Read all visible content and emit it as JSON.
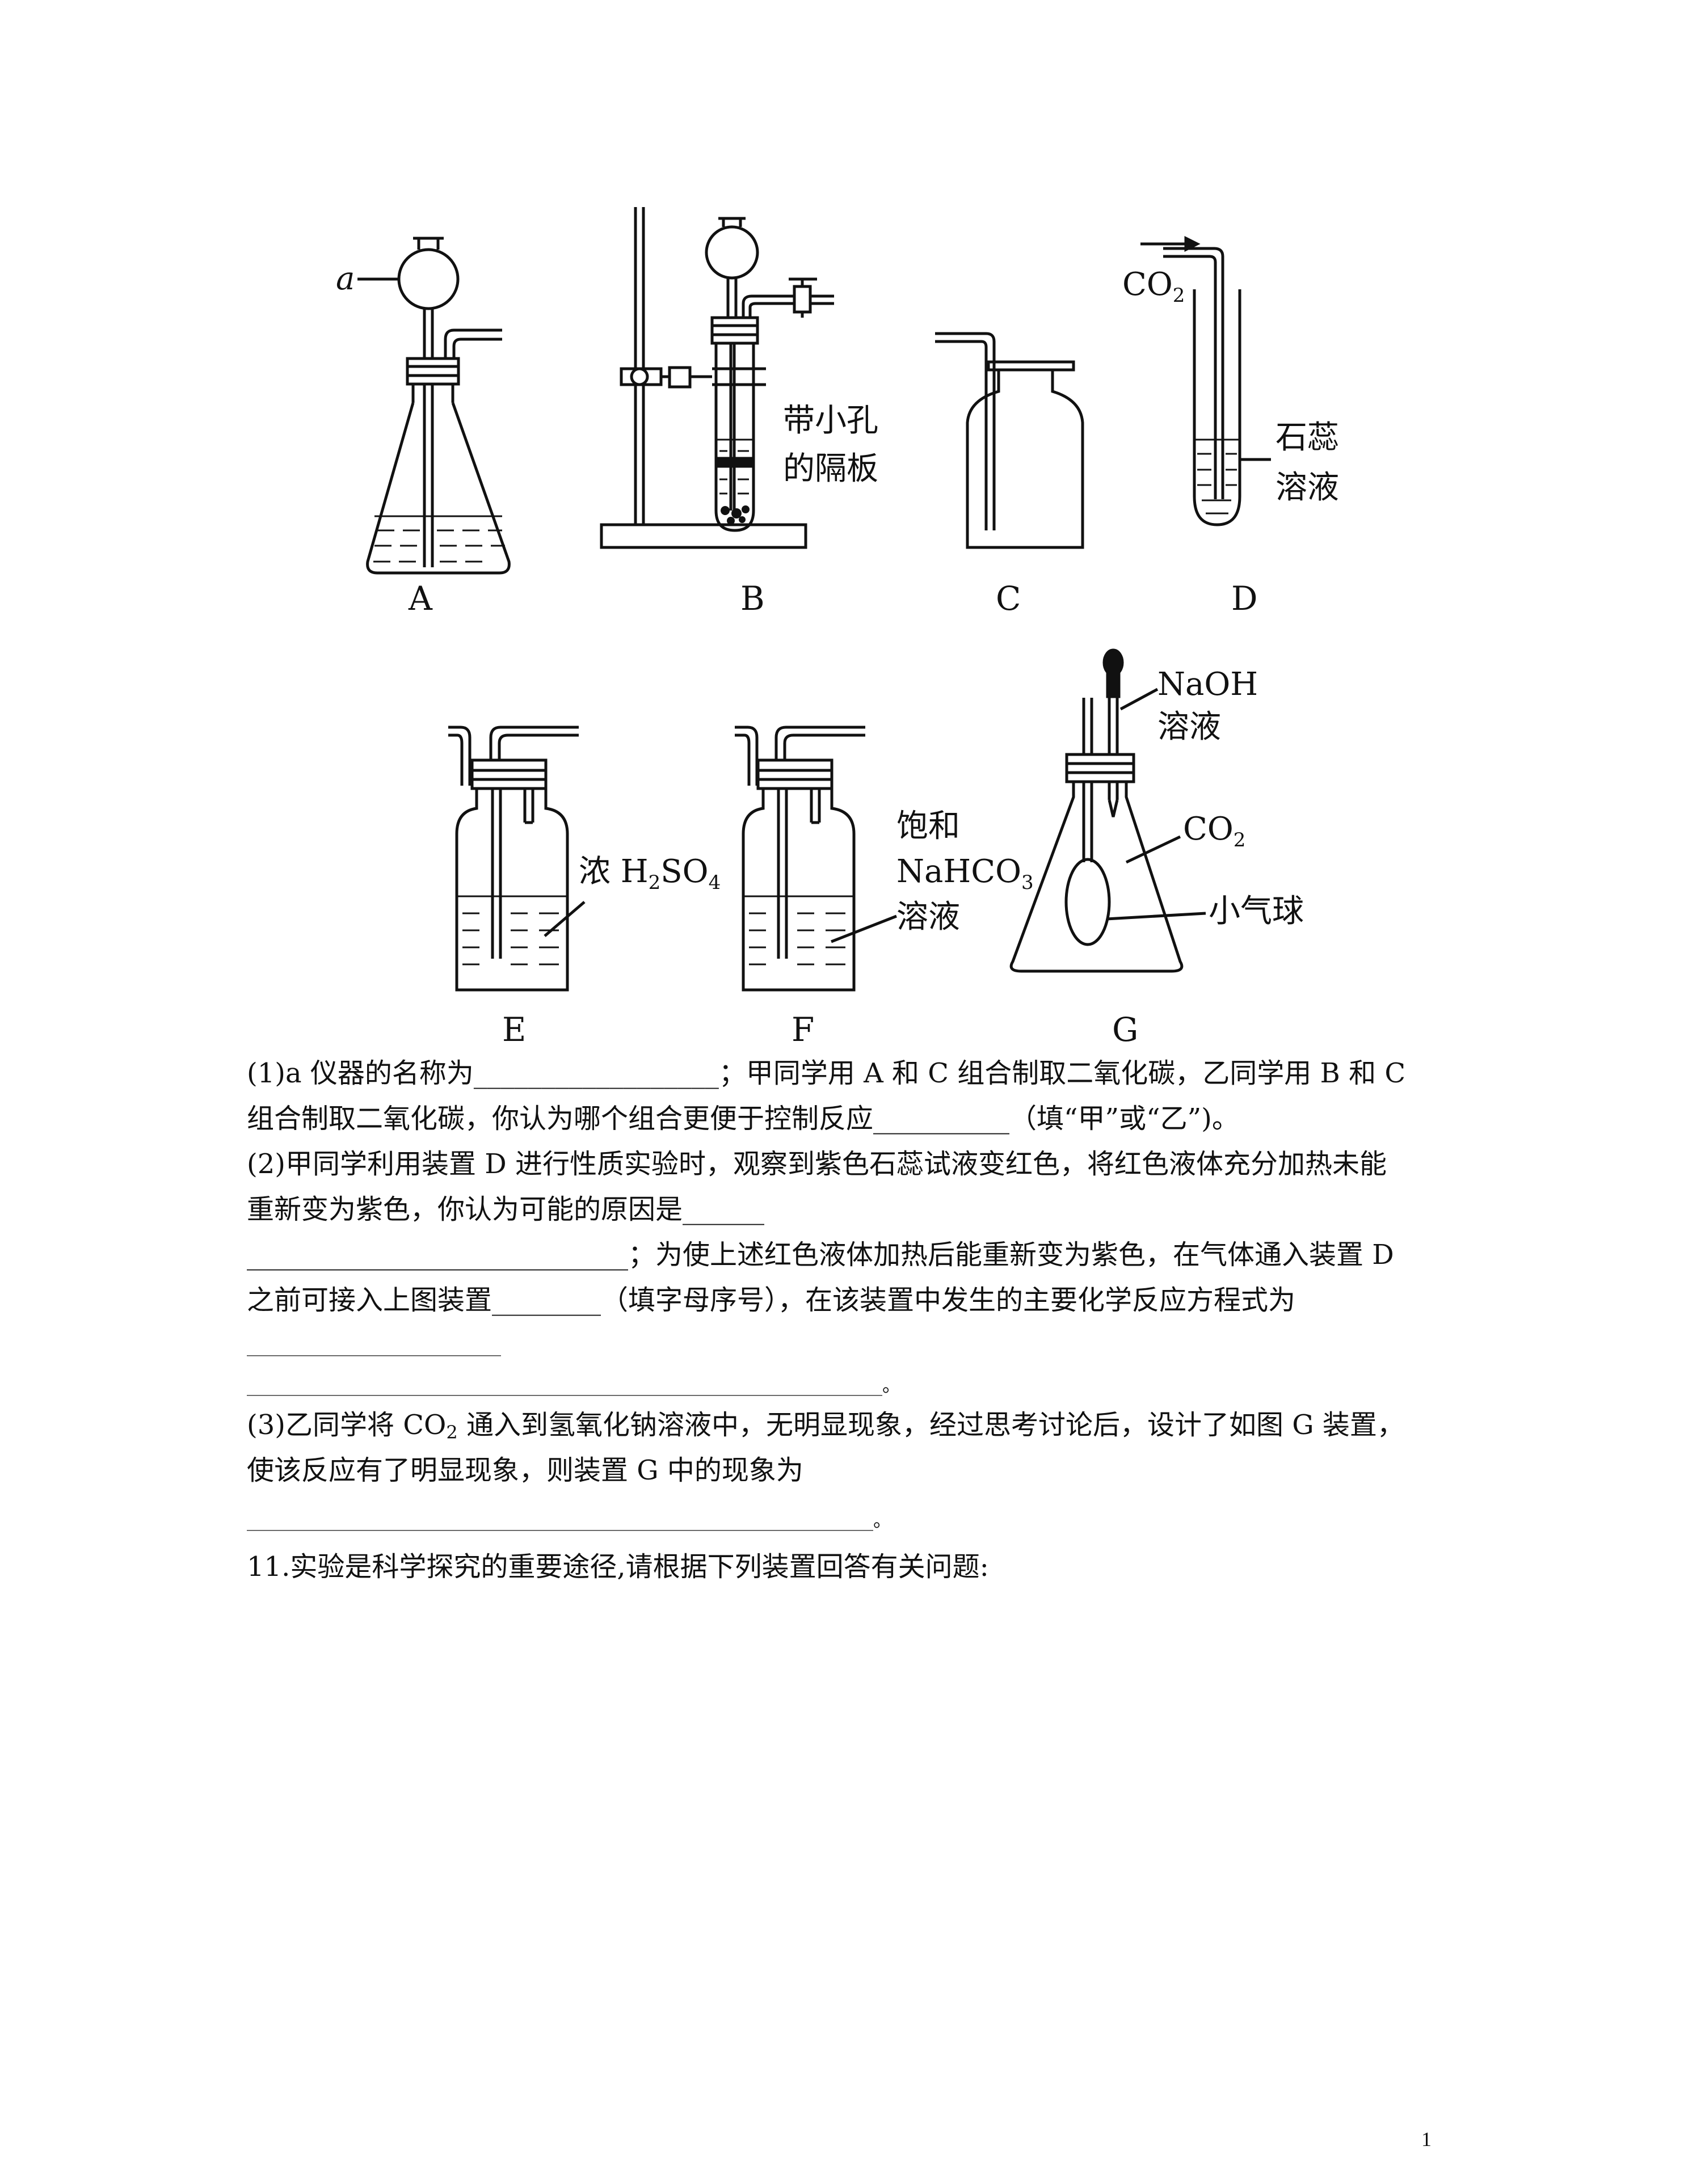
{
  "figure": {
    "captions": [
      "A",
      "B",
      "C",
      "D",
      "E",
      "F",
      "G"
    ],
    "label_a": "a",
    "label_b": [
      "带小孔",
      "的隔板"
    ],
    "label_d_gas": "CO2",
    "label_d_liquid": [
      "石蕊",
      "溶液"
    ],
    "label_e": "浓 H2SO4",
    "label_f": [
      "饱和",
      "NaHCO3",
      "溶液"
    ],
    "label_g_dropper": [
      "NaOH",
      "溶液"
    ],
    "label_g_gas": "CO2",
    "label_g_balloon": "小气球"
  },
  "questions": {
    "q1_l1": "(1)a 仪器的名称为__________________；甲同学用 A 和 C 组合制取二氧化碳，乙同学用 B 和 C",
    "q1_l2": "组合制取二氧化碳，你认为哪个组合更便于控制反应__________（填“甲”或“乙”)。",
    "q2_l1": "(2)甲同学利用装置 D 进行性质实验时，观察到紫色石蕊试液变红色，将红色液体充分加热未能",
    "q2_l2": "重新变为紫色，你认为可能的原因是______",
    "q2_l3": "____________________________；为使上述红色液体加热后能重新变为紫色，在气体通入装置 D",
    "q2_l4": "之前可接入上图装置________（填字母序号），在该装置中发生的主要化学反应方程式为",
    "q2_l5": "____________________________",
    "q2_l6": "______________________________________________________________________。",
    "q3_l1_pre": "(3)乙同学将 CO",
    "q3_l1_sub": "2",
    "q3_l1_post": " 通入到氢氧化钠溶液中，无明显现象，经过思考讨论后，设计了如图 G 装置，",
    "q3_l2": "使该反应有了明显现象，则装置 G 中的现象为",
    "q3_l3": "_____________________________________________________________________。",
    "q11": "11.实验是科学探究的重要途径,请根据下列装置回答有关问题:"
  },
  "page_number": "1"
}
